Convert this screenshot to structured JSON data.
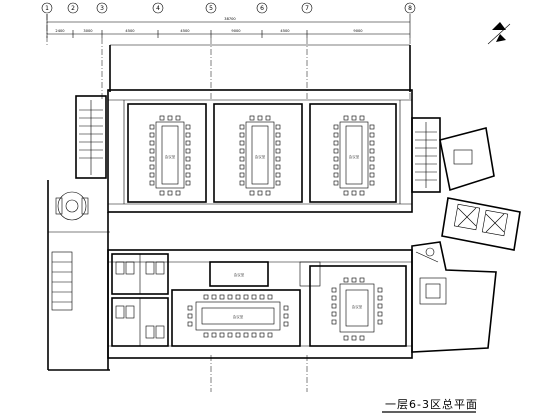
{
  "drawing": {
    "title": "一层6-3区总平面",
    "grid_labels": [
      "1",
      "2",
      "3",
      "4",
      "5",
      "6",
      "7",
      "8"
    ],
    "total_dimension": "38700",
    "segment_dimensions": [
      "2400",
      "3000",
      "4500",
      "4500",
      "9000",
      "4500",
      "9000"
    ],
    "room_labels": [
      "会议室",
      "会议室",
      "会议室",
      "会议室",
      "会议室",
      "会议室"
    ]
  }
}
